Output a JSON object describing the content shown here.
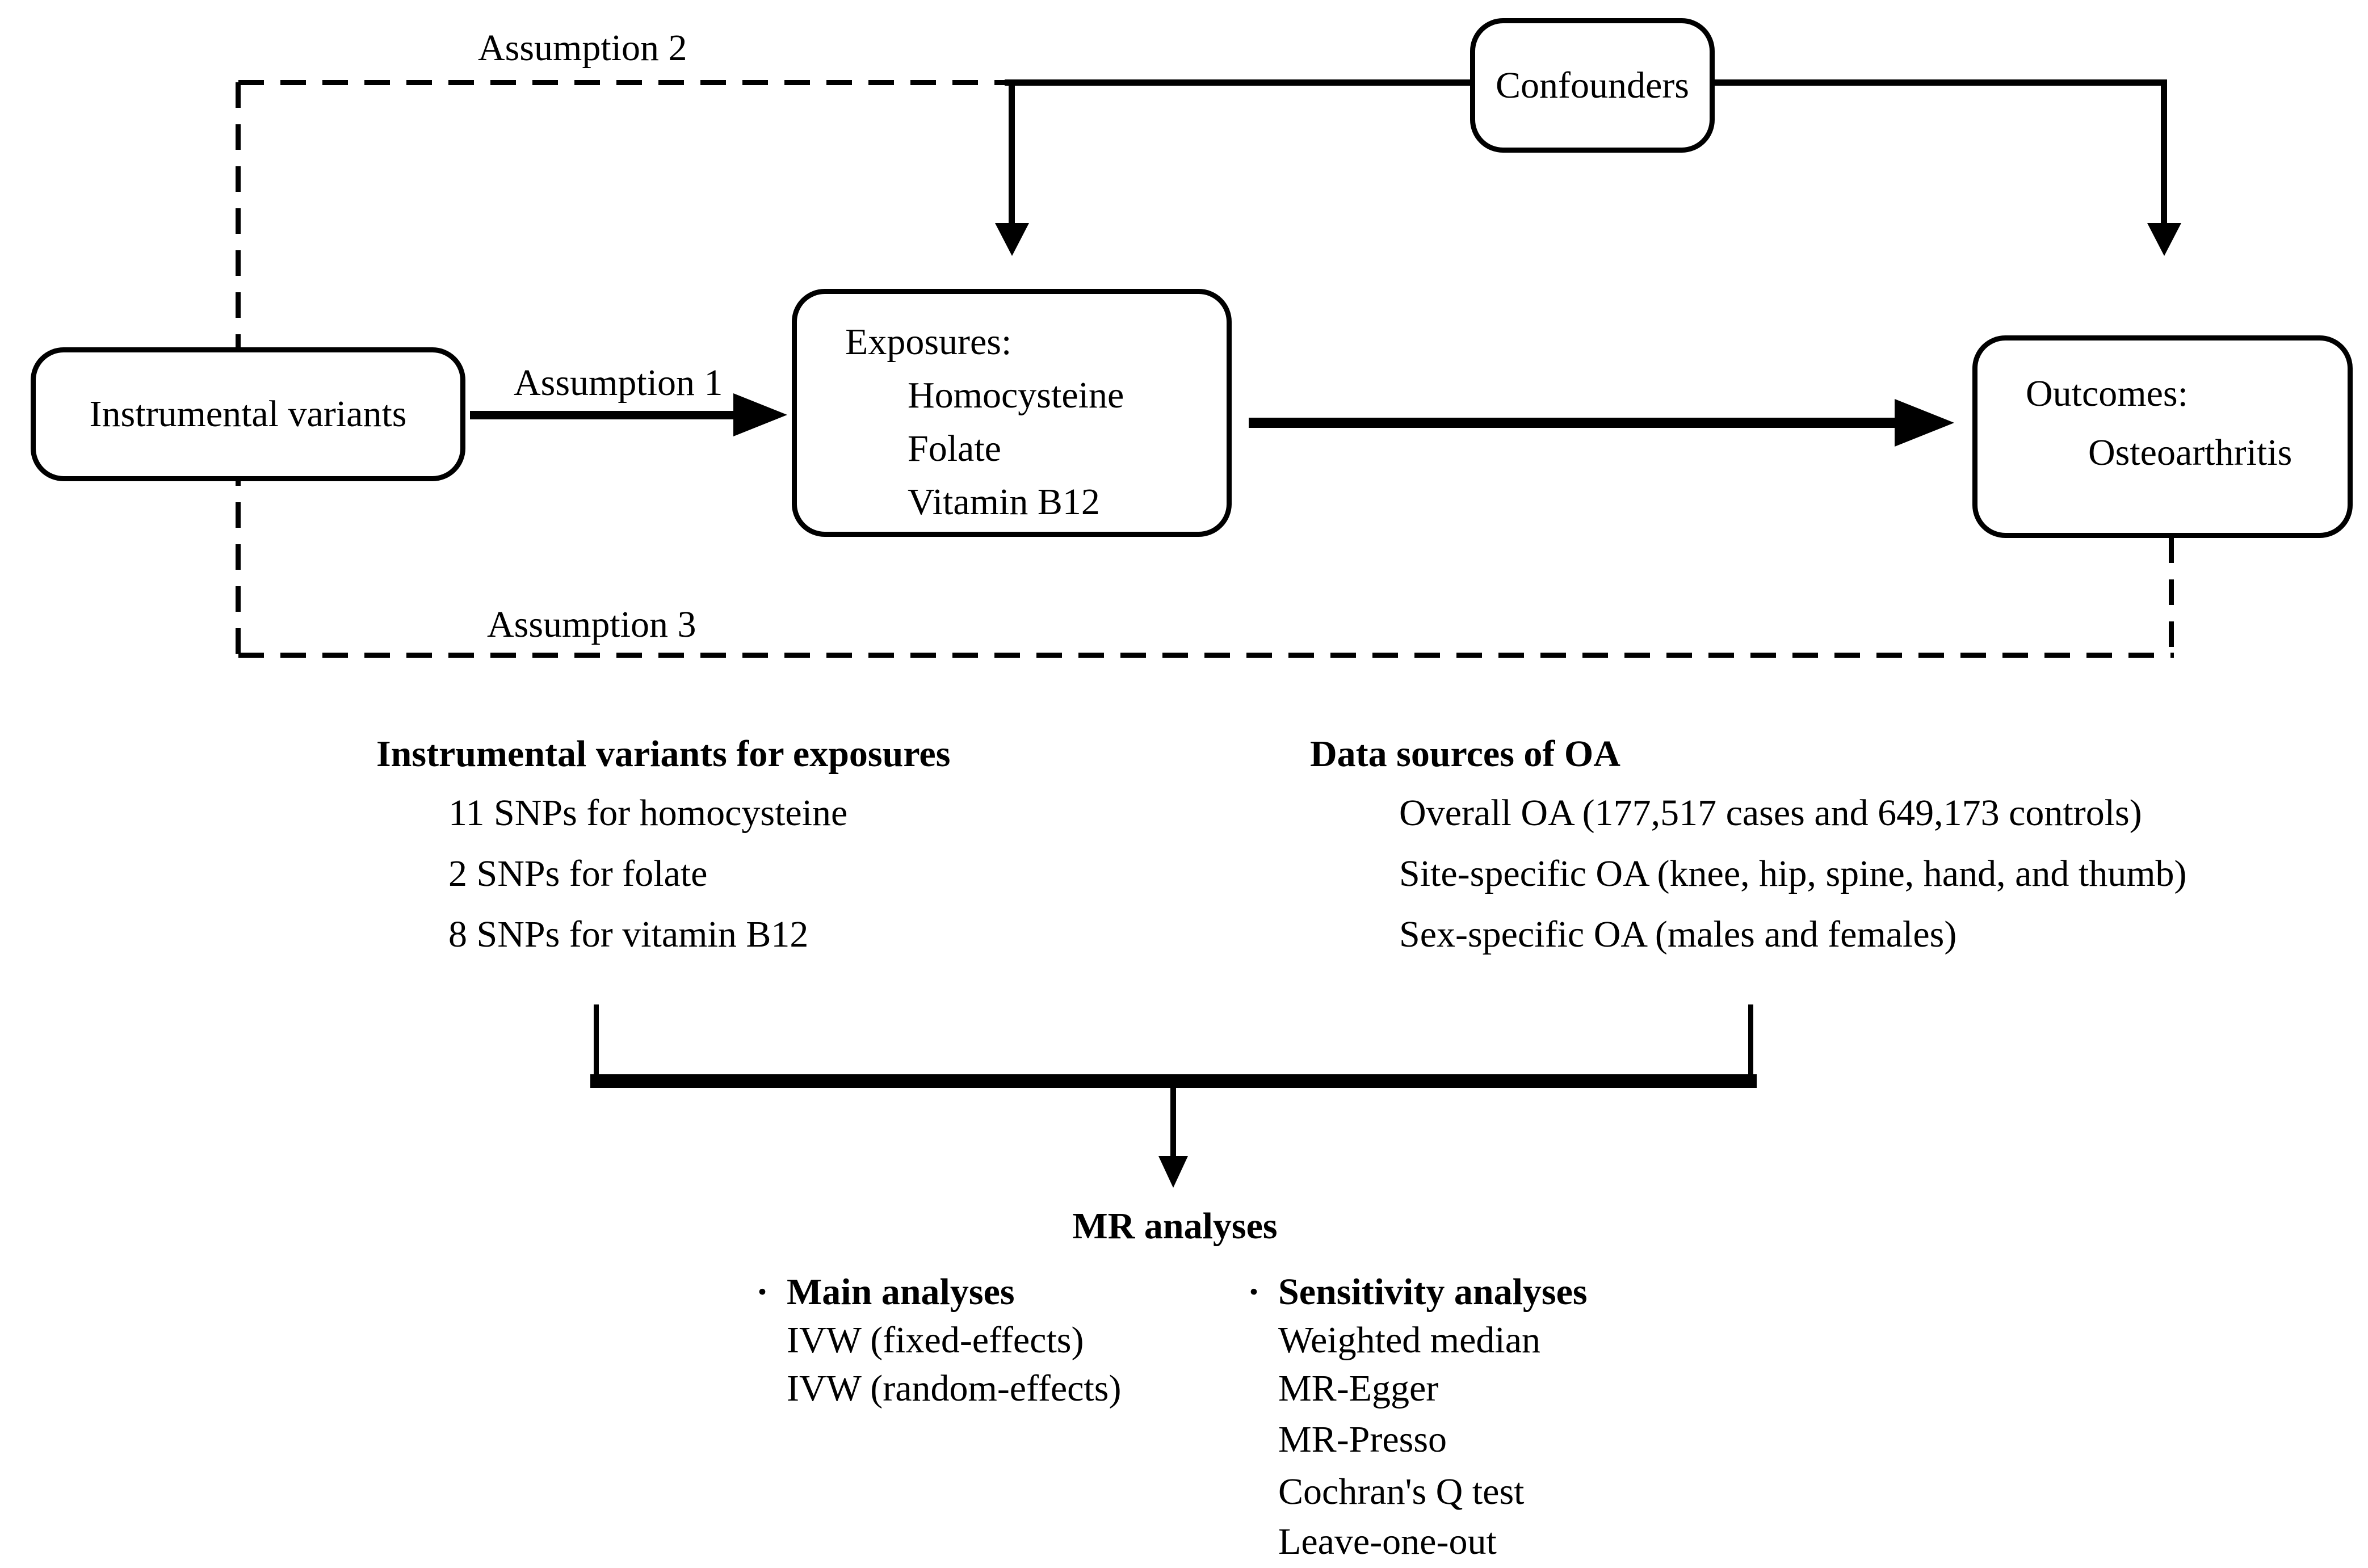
{
  "colors": {
    "ink": "#000000",
    "background": "#ffffff"
  },
  "diagram": {
    "nodes": {
      "instrumental_variants": {
        "label": "Instrumental variants"
      },
      "exposures": {
        "title": "Exposures:",
        "items": [
          "Homocysteine",
          "Folate",
          "Vitamin B12"
        ]
      },
      "confounders": {
        "label": "Confounders"
      },
      "outcomes": {
        "title": "Outcomes:",
        "items": [
          "Osteoarthritis"
        ]
      }
    },
    "edges": {
      "assumption1": {
        "label": "Assumption 1"
      },
      "assumption2": {
        "label": "Assumption 2"
      },
      "assumption3": {
        "label": "Assumption 3"
      }
    }
  },
  "iv_section": {
    "title": "Instrumental variants for exposures",
    "items": [
      "11 SNPs for homocysteine",
      "2 SNPs for folate",
      "8 SNPs for vitamin B12"
    ]
  },
  "oa_section": {
    "title": "Data sources of OA",
    "items": [
      "Overall OA (177,517 cases and 649,173 controls)",
      "Site-specific OA (knee, hip, spine, hand, and thumb)",
      "Sex-specific OA (males and females)"
    ]
  },
  "mr_section": {
    "title": "MR analyses",
    "main": {
      "bullet": "·",
      "title": "Main analyses",
      "items": [
        "IVW (fixed-effects)",
        "IVW (random-effects)"
      ]
    },
    "sensitivity": {
      "bullet": "·",
      "title": "Sensitivity analyses",
      "items": [
        "Weighted median",
        "MR-Egger",
        "MR-Presso",
        "Cochran's Q test",
        "Leave-one-out"
      ]
    }
  }
}
